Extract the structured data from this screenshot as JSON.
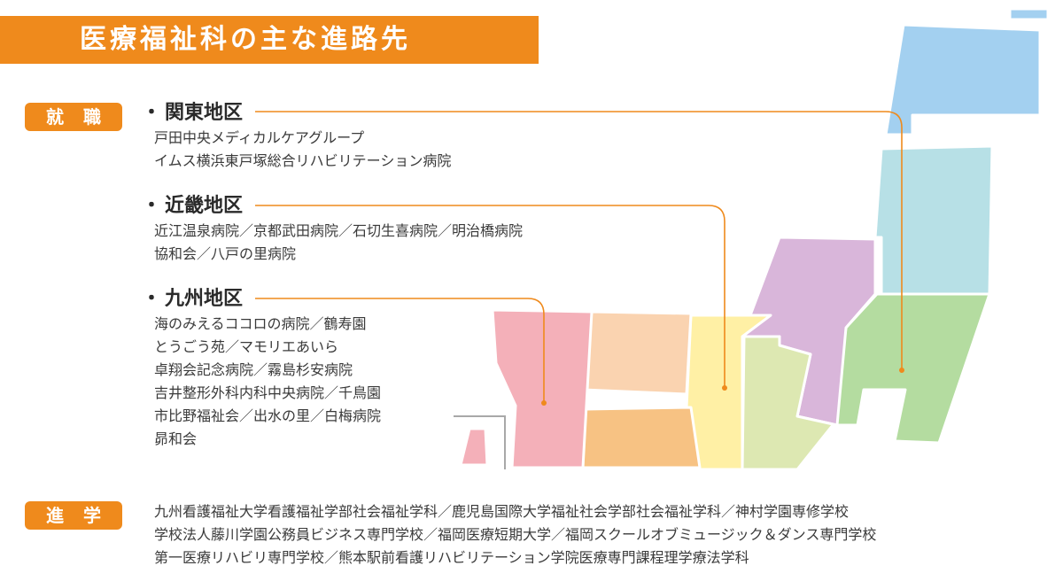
{
  "header": {
    "title": "医療福祉科の主な進路先"
  },
  "badges": {
    "employment": "就職",
    "further_education": "進学"
  },
  "regions": [
    {
      "title": "関東地区",
      "items": [
        "戸田中央メディカルケアグループ",
        "イムス横浜東戸塚総合リハビリテーション病院"
      ]
    },
    {
      "title": "近畿地区",
      "items": [
        "近江温泉病院／京都武田病院／石切生喜病院／明治橋病院",
        "協和会／八戸の里病院"
      ]
    },
    {
      "title": "九州地区",
      "items": [
        "海のみえるココロの病院／鶴寿園",
        "とうごう苑／マモリエあいら",
        "卓翔会記念病院／霧島杉安病院",
        "吉井整形外科内科中央病院／千鳥園",
        "市比野福祉会／出水の里／白梅病院",
        "昴和会"
      ]
    }
  ],
  "further_education": [
    "九州看護福祉大学看護福祉学部社会福祉学科／鹿児島国際大学福祉社会学部社会福祉学科／神村学園専修学校",
    "学校法人藤川学園公務員ビジネス専門学校／福岡医療短期大学／福岡スクールオブミュージック＆ダンス専門学校",
    "第一医療リハビリ専門学校／熊本駅前看護リハビリテーション学院医療専門課程理学療法学科"
  ],
  "colors": {
    "accent": "#ef8a1c",
    "hokkaido": "#a3d0f0",
    "tohoku": "#b7e0e6",
    "kanto": "#b4dca0",
    "chubu": "#d9b6da",
    "kinki": "#dde8b2",
    "chugoku": "#fff0a5",
    "shikoku": "#f7c283",
    "kyushu": "#f4b0b9"
  }
}
